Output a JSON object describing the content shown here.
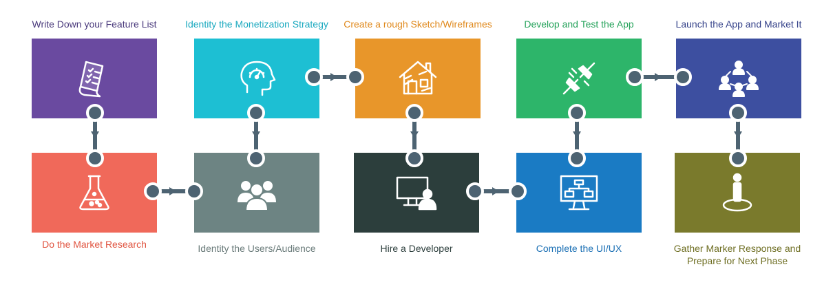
{
  "steps": [
    {
      "id": "feature-list",
      "label": "Write Down your Feature List",
      "color": "#6a4aa0",
      "label_color": "#4a3a7c",
      "icon": "checklist-document-icon"
    },
    {
      "id": "monetization",
      "label": "Identity the Monetization Strategy",
      "color": "#1dbfd3",
      "label_color": "#1aa9bf",
      "icon": "brain-gauge-icon"
    },
    {
      "id": "wireframes",
      "label": "Create a rough Sketch/Wireframes",
      "color": "#e8962a",
      "label_color": "#e08a1e",
      "icon": "house-sketch-icon"
    },
    {
      "id": "develop-test",
      "label": "Develop and Test the App",
      "color": "#2db56a",
      "label_color": "#27a35c",
      "icon": "plug-connector-icon"
    },
    {
      "id": "launch-market",
      "label": "Launch the App and Market It",
      "color": "#3d4fa0",
      "label_color": "#36438a",
      "icon": "network-people-icon"
    },
    {
      "id": "market-research",
      "label": "Do the Market Research",
      "color": "#f0695a",
      "label_color": "#e0533f",
      "icon": "lab-flask-icon"
    },
    {
      "id": "users-audience",
      "label": "Identity the Users/Audience",
      "color": "#6d8483",
      "label_color": "#6a7b7a",
      "icon": "user-group-icon"
    },
    {
      "id": "hire-developer",
      "label": "Hire a Developer",
      "color": "#2c3e3c",
      "label_color": "#2c3e3c",
      "icon": "developer-computer-icon"
    },
    {
      "id": "ui-ux",
      "label": "Complete the UI/UX",
      "color": "#1a7bc4",
      "label_color": "#1a6fb4",
      "icon": "monitor-wireframe-icon"
    },
    {
      "id": "gather-response",
      "label": "Gather Marker Response and Prepare for Next Phase",
      "color": "#7a7a2c",
      "label_color": "#6e6e22",
      "icon": "location-person-icon"
    }
  ],
  "colors": {
    "connector": "#4d6372",
    "joint_fill": "#4d6372",
    "joint_ring": "#ffffff"
  }
}
